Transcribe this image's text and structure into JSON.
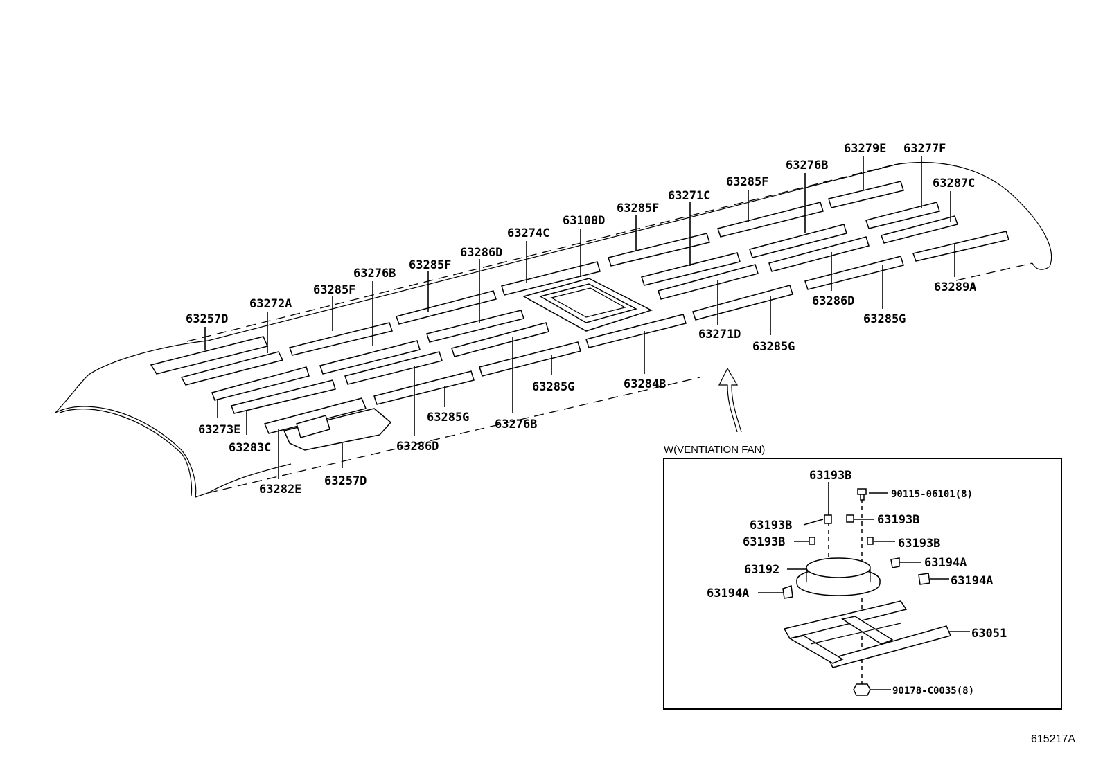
{
  "diagram": {
    "labels": {
      "l63257D_a": "63257D",
      "l63272A": "63272A",
      "l63285F_a": "63285F",
      "l63276B_a": "63276B",
      "l63285F_b": "63285F",
      "l63286D_a": "63286D",
      "l63274C": "63274C",
      "l63108D": "63108D",
      "l63285F_c": "63285F",
      "l63271C": "63271C",
      "l63285F_d": "63285F",
      "l63276B_b": "63276B",
      "l63279E": "63279E",
      "l63277F": "63277F",
      "l63287C": "63287C",
      "l63289A": "63289A",
      "l63286D_b": "63286D",
      "l63285G_a": "63285G",
      "l63271D": "63271D",
      "l63285G_b": "63285G",
      "l63284B": "63284B",
      "l63285G_c": "63285G",
      "l63285G_d": "63285G",
      "l63276B_c": "63276B",
      "l63286D_c": "63286D",
      "l63273E": "63273E",
      "l63283C": "63283C",
      "l63282E": "63282E",
      "l63257D_b": "63257D"
    },
    "inset": {
      "title": "W(VENTIATION FAN)",
      "labels": {
        "l63193B_top": "63193B",
        "l90115": "90115-06101(8)",
        "l63193B_l1": "63193B",
        "l63193B_r1": "63193B",
        "l63193B_l2": "63193B",
        "l63193B_r2": "63193B",
        "l63194A_r1": "63194A",
        "l63192": "63192",
        "l63194A_r2": "63194A",
        "l63194A_l": "63194A",
        "l63051": "63051",
        "l90178": "90178-C0035(8)"
      }
    },
    "reference_code": "615217A"
  }
}
